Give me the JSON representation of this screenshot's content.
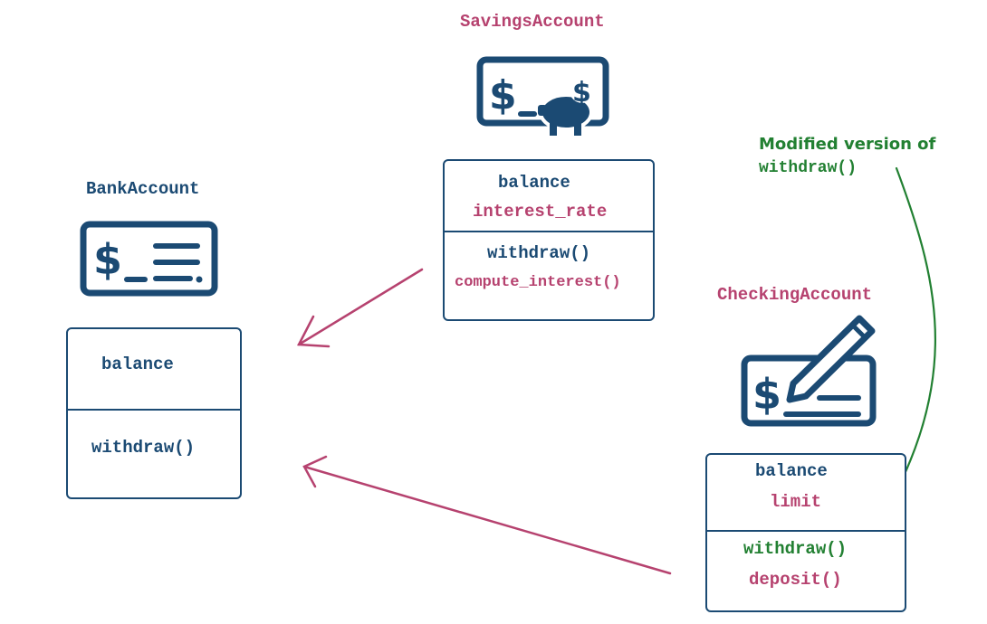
{
  "colors": {
    "navy": "#1b4a73",
    "pink": "#b6426f",
    "green": "#228032",
    "background": "#ffffff"
  },
  "classes": {
    "bank": {
      "title": "BankAccount",
      "icon": "dollar-check-icon",
      "attributes": [
        "balance"
      ],
      "methods": [
        "withdraw()"
      ]
    },
    "savings": {
      "title": "SavingsAccount",
      "icon": "dollar-piggy-bank-icon",
      "attributes": [
        "balance",
        "interest_rate"
      ],
      "methods": [
        "withdraw()",
        "compute_interest()"
      ]
    },
    "checking": {
      "title": "CheckingAccount",
      "icon": "dollar-check-pen-icon",
      "attributes": [
        "balance",
        "limit"
      ],
      "methods": [
        "withdraw()",
        "deposit()"
      ]
    }
  },
  "annotation": {
    "line1": "Modified version of",
    "line2": "withdraw()"
  },
  "arrows": [
    {
      "from": "SavingsAccount",
      "to": "BankAccount",
      "kind": "inheritance",
      "color": "pink"
    },
    {
      "from": "CheckingAccount",
      "to": "BankAccount",
      "kind": "inheritance",
      "color": "pink"
    },
    {
      "from": "annotation",
      "to": "CheckingAccount.withdraw()",
      "kind": "note",
      "color": "green"
    }
  ]
}
